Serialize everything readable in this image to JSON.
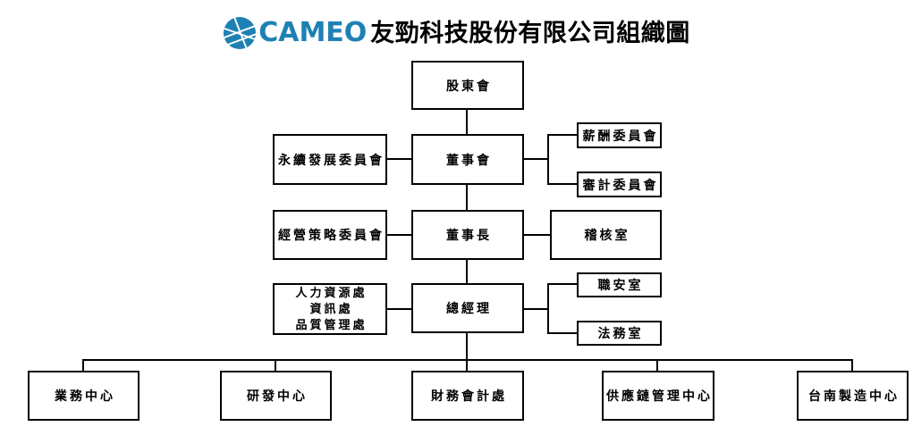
{
  "title": {
    "logo": "CAMEO",
    "heading": "友勁科技股份有限公司組織圖"
  },
  "colors": {
    "brand_blue": "#1e81b4",
    "line_black": "#000000",
    "background": "#ffffff"
  },
  "nodes": {
    "shareholders": "股東會",
    "board": "董事會",
    "sustainability_committee": "永續發展委員會",
    "compensation_committee": "薪酬委員會",
    "audit_committee": "審計委員會",
    "strategy_committee": "經營策略委員會",
    "chairman": "董事長",
    "audit_office": "稽核室",
    "staff_units": [
      "人力資源處",
      "資訊處",
      "品質管理處"
    ],
    "president": "總經理",
    "safety_office": "職安室",
    "legal_office": "法務室",
    "business_center": "業務中心",
    "rd_center": "研發中心",
    "finance_accounting": "財務會計處",
    "supply_chain_center": "供應鏈管理中心",
    "tainan_manufacturing": "台南製造中心"
  }
}
